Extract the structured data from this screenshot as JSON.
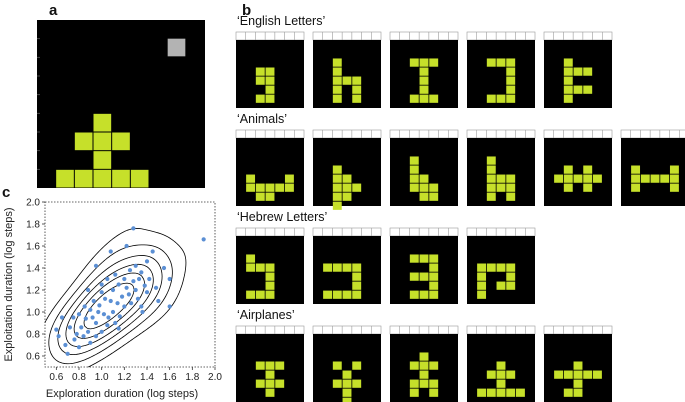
{
  "panels": {
    "a": {
      "letter": "a"
    },
    "b": {
      "letter": "b"
    },
    "c": {
      "letter": "c"
    }
  },
  "colors": {
    "cell": "#c6e02a",
    "board": "#000000",
    "explore_cell": "#b3b3b3",
    "scatter_point": "#5b8fd4",
    "contour": "#000000"
  },
  "example_shape": {
    "cells": [
      [
        3,
        5
      ],
      [
        2,
        6
      ],
      [
        3,
        6
      ],
      [
        4,
        6
      ],
      [
        3,
        7
      ],
      [
        1,
        8
      ],
      [
        2,
        8
      ],
      [
        3,
        8
      ],
      [
        4,
        8
      ],
      [
        5,
        8
      ]
    ],
    "grey_cell": [
      7,
      1
    ]
  },
  "categories": [
    {
      "label": "‘English Letters’",
      "shapes": [
        [
          [
            2,
            3
          ],
          [
            3,
            3
          ],
          [
            2,
            4
          ],
          [
            3,
            4
          ],
          [
            3,
            5
          ],
          [
            2,
            6
          ],
          [
            3,
            6
          ]
        ],
        [
          [
            2,
            2
          ],
          [
            2,
            3
          ],
          [
            2,
            4
          ],
          [
            3,
            4
          ],
          [
            4,
            4
          ],
          [
            2,
            5
          ],
          [
            4,
            5
          ],
          [
            2,
            6
          ],
          [
            4,
            6
          ]
        ],
        [
          [
            2,
            2
          ],
          [
            3,
            2
          ],
          [
            4,
            2
          ],
          [
            3,
            3
          ],
          [
            3,
            4
          ],
          [
            3,
            5
          ],
          [
            2,
            6
          ],
          [
            3,
            6
          ],
          [
            4,
            6
          ]
        ],
        [
          [
            2,
            2
          ],
          [
            3,
            2
          ],
          [
            4,
            2
          ],
          [
            4,
            3
          ],
          [
            4,
            4
          ],
          [
            4,
            5
          ],
          [
            2,
            6
          ],
          [
            3,
            6
          ],
          [
            4,
            6
          ]
        ],
        [
          [
            2,
            2
          ],
          [
            2,
            3
          ],
          [
            3,
            3
          ],
          [
            4,
            3
          ],
          [
            2,
            4
          ],
          [
            2,
            5
          ],
          [
            3,
            5
          ],
          [
            4,
            5
          ],
          [
            2,
            6
          ]
        ]
      ]
    },
    {
      "label": "‘Animals’",
      "shapes": [
        [
          [
            1,
            4
          ],
          [
            5,
            4
          ],
          [
            1,
            5
          ],
          [
            2,
            5
          ],
          [
            3,
            5
          ],
          [
            4,
            5
          ],
          [
            5,
            5
          ],
          [
            2,
            6
          ],
          [
            3,
            6
          ]
        ],
        [
          [
            2,
            3
          ],
          [
            2,
            4
          ],
          [
            3,
            4
          ],
          [
            2,
            5
          ],
          [
            3,
            5
          ],
          [
            4,
            5
          ],
          [
            2,
            6
          ],
          [
            3,
            6
          ],
          [
            2,
            7
          ]
        ],
        [
          [
            2,
            2
          ],
          [
            2,
            3
          ],
          [
            2,
            4
          ],
          [
            3,
            4
          ],
          [
            2,
            5
          ],
          [
            3,
            5
          ],
          [
            4,
            5
          ],
          [
            3,
            6
          ],
          [
            4,
            6
          ]
        ],
        [
          [
            2,
            2
          ],
          [
            2,
            3
          ],
          [
            2,
            4
          ],
          [
            3,
            4
          ],
          [
            4,
            4
          ],
          [
            2,
            5
          ],
          [
            3,
            5
          ],
          [
            4,
            5
          ],
          [
            2,
            6
          ],
          [
            4,
            6
          ]
        ],
        [
          [
            2,
            3
          ],
          [
            4,
            3
          ],
          [
            1,
            4
          ],
          [
            2,
            4
          ],
          [
            3,
            4
          ],
          [
            4,
            4
          ],
          [
            5,
            4
          ],
          [
            2,
            5
          ],
          [
            4,
            5
          ]
        ],
        [
          [
            1,
            3
          ],
          [
            5,
            3
          ],
          [
            1,
            4
          ],
          [
            2,
            4
          ],
          [
            3,
            4
          ],
          [
            4,
            4
          ],
          [
            5,
            4
          ],
          [
            1,
            5
          ],
          [
            5,
            5
          ]
        ]
      ]
    },
    {
      "label": "‘Hebrew Letters’",
      "shapes": [
        [
          [
            1,
            2
          ],
          [
            1,
            3
          ],
          [
            2,
            3
          ],
          [
            3,
            3
          ],
          [
            3,
            4
          ],
          [
            3,
            5
          ],
          [
            1,
            6
          ],
          [
            2,
            6
          ],
          [
            3,
            6
          ]
        ],
        [
          [
            1,
            3
          ],
          [
            2,
            3
          ],
          [
            3,
            3
          ],
          [
            4,
            3
          ],
          [
            4,
            4
          ],
          [
            4,
            5
          ],
          [
            1,
            6
          ],
          [
            2,
            6
          ],
          [
            3,
            6
          ],
          [
            4,
            6
          ]
        ],
        [
          [
            2,
            2
          ],
          [
            3,
            2
          ],
          [
            4,
            2
          ],
          [
            4,
            3
          ],
          [
            2,
            4
          ],
          [
            3,
            4
          ],
          [
            4,
            4
          ],
          [
            4,
            5
          ],
          [
            2,
            6
          ],
          [
            3,
            6
          ],
          [
            4,
            6
          ]
        ],
        [
          [
            1,
            3
          ],
          [
            2,
            3
          ],
          [
            3,
            3
          ],
          [
            4,
            3
          ],
          [
            1,
            4
          ],
          [
            4,
            4
          ],
          [
            1,
            5
          ],
          [
            3,
            5
          ],
          [
            4,
            5
          ],
          [
            1,
            6
          ]
        ]
      ]
    },
    {
      "label": "‘Airplanes’",
      "shapes": [
        [
          [
            2,
            3
          ],
          [
            3,
            3
          ],
          [
            4,
            3
          ],
          [
            3,
            4
          ],
          [
            2,
            5
          ],
          [
            3,
            5
          ],
          [
            4,
            5
          ],
          [
            3,
            6
          ]
        ],
        [
          [
            2,
            3
          ],
          [
            4,
            3
          ],
          [
            3,
            4
          ],
          [
            2,
            5
          ],
          [
            3,
            5
          ],
          [
            4,
            5
          ],
          [
            3,
            6
          ],
          [
            3,
            7
          ]
        ],
        [
          [
            3,
            2
          ],
          [
            2,
            3
          ],
          [
            3,
            3
          ],
          [
            4,
            3
          ],
          [
            3,
            4
          ],
          [
            2,
            5
          ],
          [
            3,
            5
          ],
          [
            4,
            5
          ],
          [
            2,
            6
          ],
          [
            4,
            6
          ]
        ],
        [
          [
            3,
            3
          ],
          [
            2,
            4
          ],
          [
            3,
            4
          ],
          [
            4,
            4
          ],
          [
            3,
            5
          ],
          [
            1,
            6
          ],
          [
            2,
            6
          ],
          [
            3,
            6
          ],
          [
            4,
            6
          ],
          [
            5,
            6
          ]
        ],
        [
          [
            3,
            3
          ],
          [
            1,
            4
          ],
          [
            2,
            4
          ],
          [
            3,
            4
          ],
          [
            4,
            4
          ],
          [
            5,
            4
          ],
          [
            3,
            5
          ],
          [
            2,
            6
          ],
          [
            3,
            6
          ]
        ]
      ]
    }
  ],
  "chart_data": {
    "type": "scatter",
    "xlabel": "Exploration duration (log steps)",
    "ylabel": "Exploitation duration (log steps)",
    "xlim": [
      0.5,
      2.0
    ],
    "ylim": [
      0.5,
      2.0
    ],
    "xticks": [
      "0.6",
      "0.8",
      "1.0",
      "1.2",
      "1.4",
      "1.6",
      "1.8",
      "2.0"
    ],
    "yticks": [
      "0.6",
      "0.8",
      "1.0",
      "1.2",
      "1.4",
      "1.6",
      "1.8",
      "2.0"
    ],
    "contours": "kernel density estimate, 6 levels",
    "points": [
      [
        0.6,
        0.84
      ],
      [
        0.62,
        0.78
      ],
      [
        0.68,
        0.7
      ],
      [
        0.7,
        0.62
      ],
      [
        0.72,
        0.86
      ],
      [
        0.75,
        0.95
      ],
      [
        0.76,
        0.75
      ],
      [
        0.78,
        0.8
      ],
      [
        0.8,
        0.68
      ],
      [
        0.8,
        0.98
      ],
      [
        0.82,
        0.86
      ],
      [
        0.84,
        0.78
      ],
      [
        0.85,
        1.05
      ],
      [
        0.86,
        0.94
      ],
      [
        0.88,
        0.82
      ],
      [
        0.9,
        0.72
      ],
      [
        0.9,
        1.02
      ],
      [
        0.92,
        0.95
      ],
      [
        0.93,
        1.1
      ],
      [
        0.95,
        0.9
      ],
      [
        0.95,
        1.42
      ],
      [
        0.97,
        1.0
      ],
      [
        0.98,
        1.06
      ],
      [
        1.0,
        0.82
      ],
      [
        1.0,
        1.18
      ],
      [
        1.02,
        0.98
      ],
      [
        1.03,
        1.12
      ],
      [
        1.05,
        1.3
      ],
      [
        1.06,
        0.95
      ],
      [
        1.08,
        1.1
      ],
      [
        1.08,
        1.55
      ],
      [
        1.1,
        1.0
      ],
      [
        1.1,
        1.2
      ],
      [
        1.12,
        0.9
      ],
      [
        1.12,
        1.34
      ],
      [
        1.14,
        1.08
      ],
      [
        1.15,
        1.25
      ],
      [
        1.16,
        0.96
      ],
      [
        1.18,
        1.14
      ],
      [
        1.2,
        1.05
      ],
      [
        1.2,
        1.3
      ],
      [
        1.22,
        1.22
      ],
      [
        1.22,
        1.6
      ],
      [
        1.24,
        1.16
      ],
      [
        1.25,
        1.38
      ],
      [
        1.26,
        1.08
      ],
      [
        1.28,
        1.28
      ],
      [
        1.28,
        1.76
      ],
      [
        1.3,
        1.2
      ],
      [
        1.3,
        1.42
      ],
      [
        1.32,
        1.12
      ],
      [
        1.33,
        1.3
      ],
      [
        1.35,
        1.36
      ],
      [
        1.36,
        1.0
      ],
      [
        1.38,
        1.24
      ],
      [
        1.4,
        1.46
      ],
      [
        1.4,
        1.18
      ],
      [
        1.42,
        1.3
      ],
      [
        1.45,
        1.55
      ],
      [
        1.48,
        1.22
      ],
      [
        1.5,
        1.1
      ],
      [
        1.55,
        1.4
      ],
      [
        1.6,
        1.05
      ],
      [
        1.6,
        1.3
      ],
      [
        1.9,
        1.66
      ],
      [
        0.65,
        0.95
      ],
      [
        0.88,
        1.2
      ],
      [
        1.0,
        1.25
      ],
      [
        1.15,
        0.85
      ],
      [
        1.35,
        1.05
      ],
      [
        0.95,
        0.78
      ],
      [
        1.05,
        0.88
      ]
    ]
  }
}
